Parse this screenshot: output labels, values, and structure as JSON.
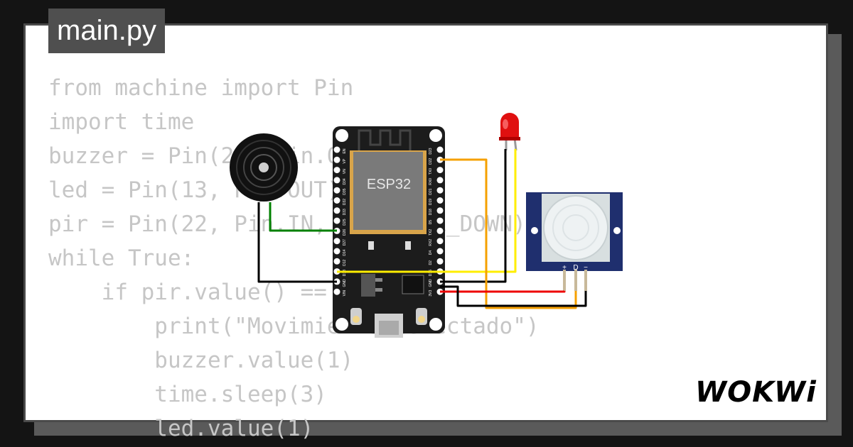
{
  "file_tab": {
    "label": "main.py"
  },
  "code_lines": [
    "from machine import Pin",
    "import time",
    "buzzer = Pin(21, Pin.OUT)",
    "led = Pin(13, Pin.OUT)",
    "pir = Pin(22, Pin.IN, Pin.PULL_DOWN)",
    "while True:",
    "    if pir.value() == 1:",
    "        print(\"Movimiento detectado\")",
    "        buzzer.value(1)",
    "        time.sleep(3)",
    "        led.value(1)"
  ],
  "board": {
    "chip_label": "ESP32",
    "left_pins": [
      "EN",
      "VP",
      "VN",
      "D34",
      "D35",
      "D32",
      "D33",
      "D25",
      "D26",
      "D27",
      "D14",
      "D12",
      "D13",
      "GND",
      "VIN"
    ],
    "right_pins": [
      "D23",
      "D22",
      "TX0",
      "RX0",
      "D21",
      "D19",
      "D18",
      "D5",
      "TX2",
      "RX2",
      "D4",
      "D2",
      "D15",
      "GND",
      "3V3"
    ]
  },
  "pir_sensor": {
    "pin_labels": [
      "+",
      "D",
      "−"
    ]
  },
  "colors": {
    "background": "#141414",
    "card": "#ffffff",
    "tab": "#4f4f4f",
    "code_text": "#c6c6c6",
    "board": "#1c1c1c",
    "pir_frame": "#1f2f6e",
    "wire_yellow": "#ffee00",
    "wire_orange": "#f5a000",
    "wire_red": "#ee0000",
    "wire_green": "#008000",
    "wire_black": "#000000",
    "led_red": "#e01010"
  },
  "icons": [
    "buzzer-icon",
    "led-icon",
    "pir-sensor-icon",
    "esp32-board-icon",
    "wokwi-logo"
  ],
  "brand": {
    "logo_text": "WOKWi"
  }
}
